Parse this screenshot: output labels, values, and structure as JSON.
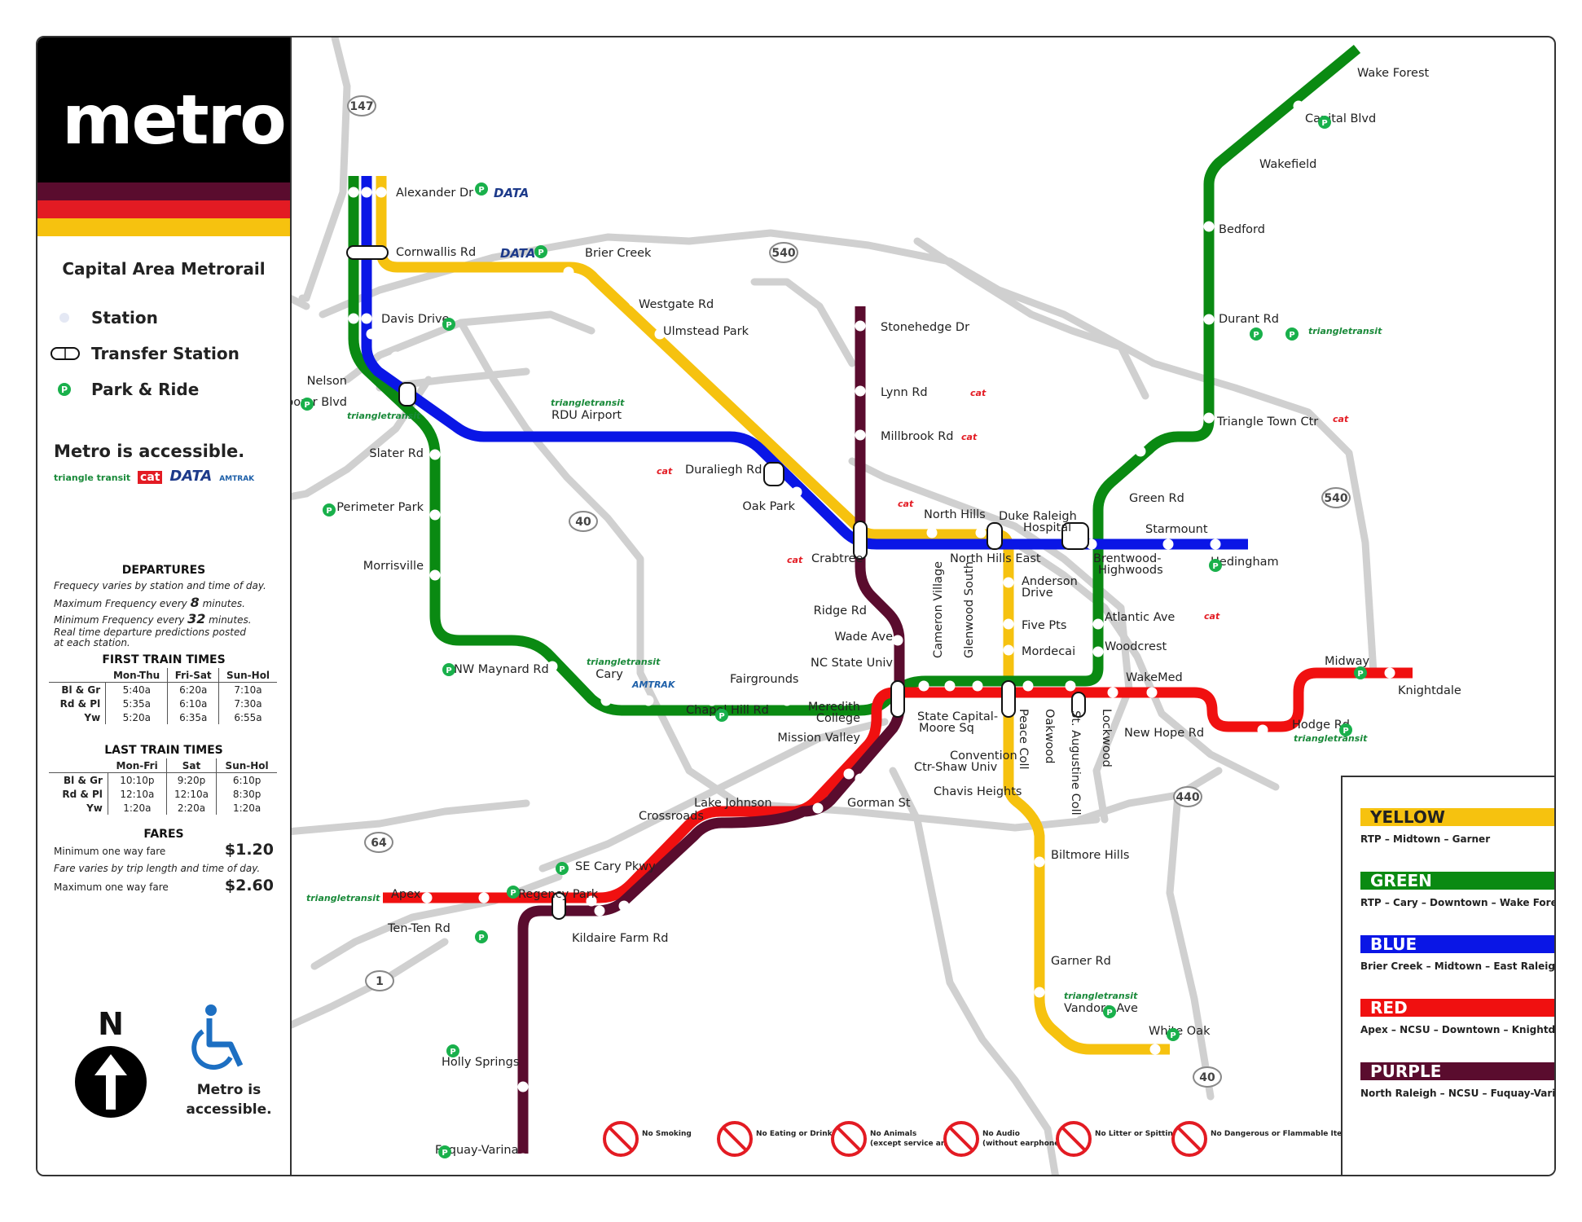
{
  "brand": {
    "logo": "metro",
    "subtitle": "Capital Area Metrorail"
  },
  "colors": {
    "yellow": "#f6c20f",
    "green": "#0a8a12",
    "blue": "#0a16e6",
    "red": "#f01010",
    "purple": "#5a0c2e",
    "roads": "#d0d0d0"
  },
  "legend": {
    "station": "Station",
    "transfer": "Transfer Station",
    "park_ride": "Park & Ride",
    "park_icon": "P"
  },
  "accessible": {
    "title": "Metro is accessible.",
    "partners": [
      "triangle transit",
      "cat",
      "DATA",
      "AMTRAK"
    ]
  },
  "departures": {
    "title": "DEPARTURES",
    "notes": [
      "Frequecy varies by station and time of day.",
      "Maximum Frequency every ",
      "8",
      " minutes.",
      "Minimum Frequency every ",
      "32",
      " minutes.",
      "Real time departure predictions posted",
      "at each station."
    ]
  },
  "first_train": {
    "title": "FIRST TRAIN TIMES",
    "cols": [
      "",
      "Mon-Thu",
      "Fri-Sat",
      "Sun-Hol"
    ],
    "rows": [
      [
        "Bl & Gr",
        "5:40a",
        "6:20a",
        "7:10a"
      ],
      [
        "Rd & Pl",
        "5:35a",
        "6:10a",
        "7:30a"
      ],
      [
        "Yw",
        "5:20a",
        "6:35a",
        "6:55a"
      ]
    ]
  },
  "last_train": {
    "title": "LAST TRAIN TIMES",
    "cols": [
      "",
      "Mon-Fri",
      "Sat",
      "Sun-Hol"
    ],
    "rows": [
      [
        "Bl & Gr",
        "10:10p",
        "9:20p",
        "6:10p"
      ],
      [
        "Rd & Pl",
        "12:10a",
        "12:10a",
        "8:30p"
      ],
      [
        "Yw",
        "1:20a",
        "2:20a",
        "1:20a"
      ]
    ]
  },
  "fares": {
    "title": "FARES",
    "min_label": "Minimum one way fare",
    "min": "$1.20",
    "note": "Fare varies by trip length and time of day.",
    "max_label": "Maximum one way fare",
    "max": "$2.60"
  },
  "compass": "N",
  "accessible_caption": [
    "Metro is",
    "accessible."
  ],
  "lines": [
    {
      "name": "YELLOW",
      "desc": "RTP – Midtown – Garner",
      "color": "#f6c20f",
      "text": "#222"
    },
    {
      "name": "GREEN",
      "desc": "RTP – Cary – Downtown – Wake Forest",
      "color": "#0a8a12",
      "text": "#fff"
    },
    {
      "name": "BLUE",
      "desc": "Brier Creek –  Midtown – East Raleigh",
      "color": "#0a16e6",
      "text": "#fff"
    },
    {
      "name": "RED",
      "desc": "Apex – NCSU – Downtown – Knightdale",
      "color": "#f01010",
      "text": "#fff"
    },
    {
      "name": "PURPLE",
      "desc": "North Raleigh – NCSU – Fuquay-Varina",
      "color": "#5a0c2e",
      "text": "#fff"
    }
  ],
  "road_shields": [
    "147",
    "540",
    "40",
    "540",
    "64",
    "440",
    "1",
    "40"
  ],
  "rules": [
    "No Smoking",
    "No Eating or Drinking",
    "No Animals",
    "(except service animals)",
    "No Audio",
    "(without earphones)",
    "No Litter or Spitting",
    "No Dangerous or Flammable Items"
  ],
  "stations": {
    "alexander": "Alexander Dr",
    "cornwallis": "Cornwallis Rd",
    "davis": "Davis Drive",
    "nelson": "Nelson",
    "emperor": "Emporer Blvd",
    "slater": "Slater Rd",
    "perimeter": "Perimeter Park",
    "morrisville": "Morrisville",
    "nwmaynard": "NW Maynard Rd",
    "cary": "Cary",
    "chapelhill": "Chapel Hill Rd",
    "fairgrounds": "Fairgrounds",
    "rdu": "RDU Airport",
    "briercreek": "Brier Creek",
    "westgate": "Westgate Rd",
    "ulmstead": "Ulmstead Park",
    "duraliegh": "Duraliegh Rd",
    "oakpark": "Oak Park",
    "crabtree": "Crabtree",
    "northhills": "North Hills",
    "northhillseast": "North Hills East",
    "stonehedge": "Stonehedge Dr",
    "lynn": "Lynn Rd",
    "millbrook": "Millbrook Rd",
    "dukeraleigh": "Duke Raleigh",
    "hospital": "Hospital",
    "brentwood": "Brentwood-",
    "highwoods": "Highwoods",
    "starmount": "Starmount",
    "hedingham": "Hedingham",
    "anderson1": "Anderson",
    "anderson2": "Drive",
    "fivepts": "Five Pts",
    "mordecai": "Mordecai",
    "ridge": "Ridge Rd",
    "wade": "Wade Ave",
    "ncstate": "NC State Univ",
    "cameron": "Cameron Village",
    "glenwood": "Glenwood South",
    "meredith1": "Meredith",
    "meredith2": "College",
    "mission": "Mission Valley",
    "statecap1": "State Capital-",
    "statecap2": "Moore Sq",
    "peace": "Peace Coll",
    "oakwood": "Oakwood",
    "staugustine": "St. Augustine Coll",
    "lockwood": "Lockwood",
    "convention1": "Convention",
    "convention2": "Ctr-Shaw Univ",
    "chavis": "Chavis Heights",
    "wakemed": "WakeMed",
    "newhope": "New Hope Rd",
    "midway": "Midway",
    "knightdale": "Knightdale",
    "hodge": "Hodge Rd",
    "atlantic": "Atlantic Ave",
    "woodcrest": "Woodcrest",
    "greenrd": "Green Rd",
    "triangletown": "Triangle Town Ctr",
    "durant": "Durant Rd",
    "bedford": "Bedford",
    "wakefield": "Wakefield",
    "capitalblvd": "Capital Blvd",
    "wakeforest": "Wake Forest",
    "lakejohnson": "Lake Johnson",
    "gorman": "Gorman St",
    "crossroads": "Crossroads",
    "secary": "SE Cary Pkwy",
    "regency": "Regency Park",
    "apex": "Apex",
    "tenten": "Ten-Ten Rd",
    "kildaire": "Kildaire Farm Rd",
    "holly": "Holly Springs",
    "fuquay": "Fuquay-Varina",
    "biltmore": "Biltmore Hills",
    "garner": "Garner Rd",
    "vandora": "Vandora Ave",
    "whiteoak": "White Oak"
  },
  "map_badges": {
    "data": "DATA",
    "cat": "cat",
    "triangletransit": "triangletransit",
    "amtrak": "AMTRAK"
  }
}
